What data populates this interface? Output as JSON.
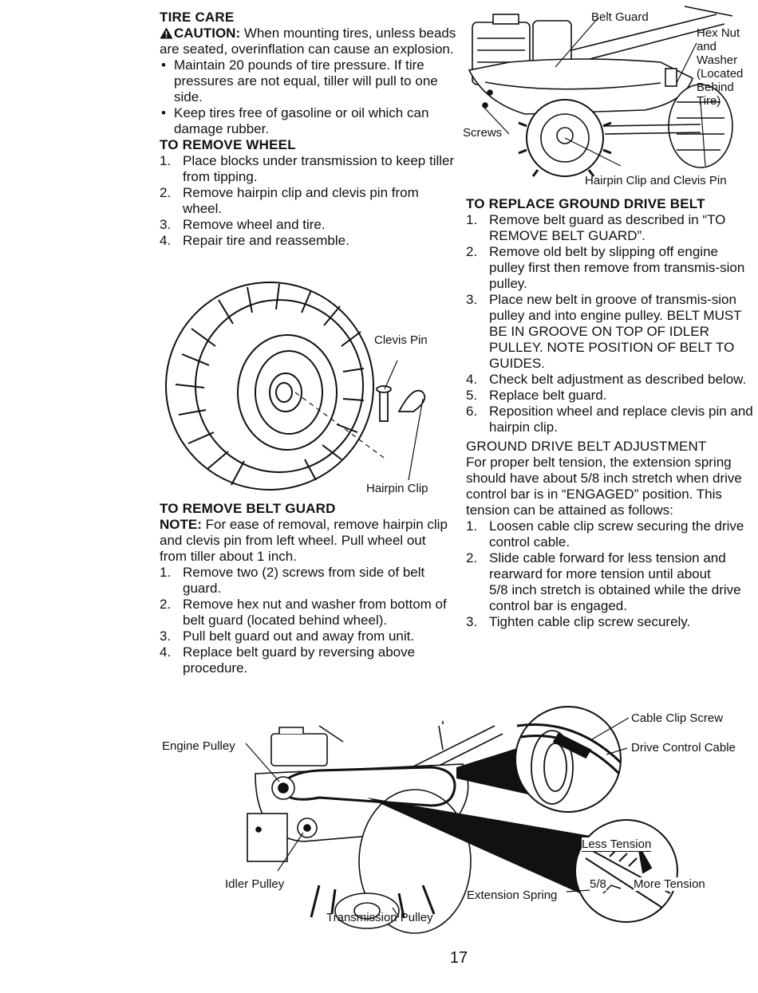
{
  "left": {
    "tire_care": {
      "heading": "TIRE CARE",
      "caution_label": "CAUTION:",
      "caution_text": " When mounting tires, unless beads are seated, overinflation can cause an explosion.",
      "bullets": [
        "Maintain 20 pounds of tire pressure.  If tire pressures are not equal, tiller will pull to one side.",
        "Keep tires free of gasoline or oil which can damage rubber."
      ]
    },
    "remove_wheel": {
      "heading": "TO REMOVE WHEEL",
      "steps": [
        {
          "num": "1.",
          "text": "Place blocks under transmission to keep tiller from tipping."
        },
        {
          "num": "2.",
          "text": "Remove hairpin clip and clevis pin from wheel."
        },
        {
          "num": "3.",
          "text": "Remove wheel and tire."
        },
        {
          "num": "4.",
          "text": "Repair tire and reassemble."
        }
      ]
    },
    "remove_belt_guard": {
      "heading": "TO REMOVE BELT GUARD",
      "note_label": "NOTE:",
      "note_text": " For ease of removal, remove hairpin clip and clevis pin from left wheel. Pull wheel out from tiller about 1 inch.",
      "steps": [
        {
          "num": "1.",
          "text": "Remove two (2) screws from side of belt guard."
        },
        {
          "num": "2.",
          "text": "Remove hex nut and washer from bottom of belt guard (located behind wheel)."
        },
        {
          "num": "3.",
          "text": "Pull belt guard out and away from unit."
        },
        {
          "num": "4.",
          "text": "Replace belt guard by reversing above procedure."
        }
      ]
    }
  },
  "right": {
    "replace_belt": {
      "heading": "TO REPLACE GROUND DRIVE BELT",
      "steps": [
        {
          "num": "1.",
          "text": "Remove belt guard as described in “TO REMOVE BELT GUARD”."
        },
        {
          "num": "2.",
          "text": "Remove old belt by slipping off engine pulley first then remove from transmis-sion pulley."
        },
        {
          "num": "3.",
          "text": "Place new  belt in groove of transmis-sion pulley and into engine pulley. BELT MUST BE IN GROOVE ON TOP OF IDLER PULLEY.  NOTE POSITION OF BELT TO GUIDES."
        },
        {
          "num": "4.",
          "text": "Check belt adjustment as described below."
        },
        {
          "num": "5.",
          "text": "Replace belt guard."
        },
        {
          "num": "6.",
          "text": "Reposition wheel and replace clevis pin and hairpin clip."
        }
      ]
    },
    "adjustment": {
      "heading": "GROUND DRIVE BELT ADJUSTMENT",
      "intro": "For proper belt tension, the extension spring should have about 5/8 inch stretch when drive control bar is in “ENGAGED” position.  This tension can be attained as follows:",
      "steps": [
        {
          "num": "1.",
          "text": "Loosen cable clip screw securing the drive control cable."
        },
        {
          "num": "2.",
          "text": "Slide cable forward for less tension and rearward for more tension until about",
          "extra": "5/8 inch stretch is obtained while the drive control bar is engaged."
        },
        {
          "num": "3.",
          "text": "Tighten cable clip screw securely."
        }
      ]
    }
  },
  "figures": {
    "wheel": {
      "clevis_pin": "Clevis Pin",
      "hairpin_clip": "Hairpin Clip"
    },
    "belt_guard": {
      "belt_guard": "Belt Guard",
      "hex_nut": "Hex Nut and Washer (Located Behind Tire)",
      "screws": "Screws",
      "hairpin_clevis": "Hairpin Clip and Clevis Pin"
    },
    "drive": {
      "engine_pulley": "Engine Pulley",
      "idler_pulley": "Idler Pulley",
      "transmission_pulley": "Transmission Pulley",
      "extension_spring": "Extension Spring",
      "cable_clip_screw": "Cable Clip Screw",
      "drive_control_cable": "Drive Control Cable",
      "less_tension": "Less Tension",
      "more_tension": "More Tension",
      "five_eighths": "5/8"
    }
  },
  "page_number": "17"
}
